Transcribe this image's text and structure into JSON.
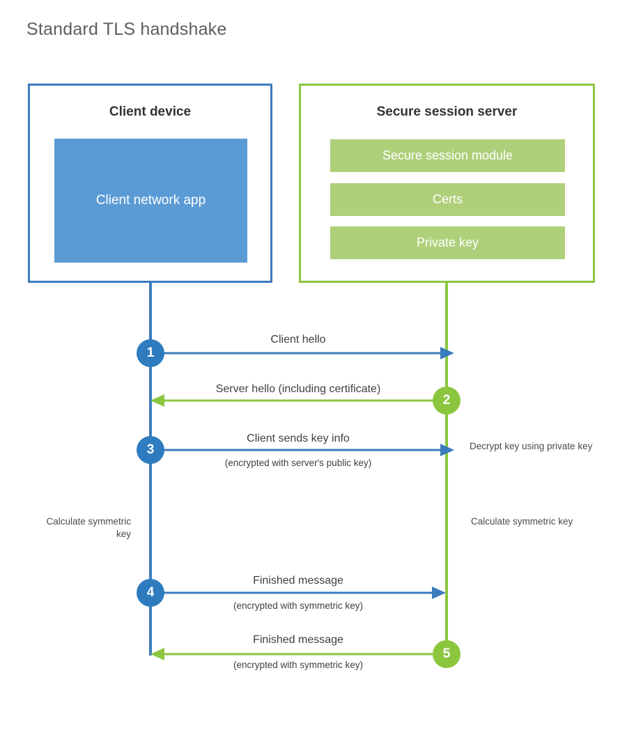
{
  "page": {
    "title": "Standard TLS handshake",
    "background": "#ffffff"
  },
  "colors": {
    "client_blue": "#3b7cbd",
    "client_block_blue": "#5b9bd5",
    "client_circle_blue": "#2e7cbf",
    "server_green": "#8cc63f",
    "server_block_green": "#aed07a",
    "title_gray": "#5d5d5d",
    "label_gray": "#3f3f3f"
  },
  "client_panel": {
    "title": "Client device",
    "block_label": "Client network app"
  },
  "server_panel": {
    "title": "Secure session server",
    "blocks": [
      {
        "label": "Secure session module"
      },
      {
        "label": "Certs"
      },
      {
        "label": "Private key"
      }
    ]
  },
  "steps": [
    {
      "number": "1",
      "label": "Client hello",
      "sublabel": "",
      "direction": "client-to-server",
      "color": "#2e7cbf"
    },
    {
      "number": "2",
      "label": "Server hello (including certificate)",
      "sublabel": "",
      "direction": "server-to-client",
      "color": "#8cc63f"
    },
    {
      "number": "3",
      "label": "Client sends key info",
      "sublabel": "(encrypted with server's public key)",
      "direction": "client-to-server",
      "color": "#2e7cbf"
    },
    {
      "number": "4",
      "label": "Finished message",
      "sublabel": "(encrypted with symmetric key)",
      "direction": "client-to-server",
      "color": "#2e7cbf"
    },
    {
      "number": "5",
      "label": "Finished message",
      "sublabel": "(encrypted with symmetric key)",
      "direction": "server-to-client",
      "color": "#8cc63f"
    }
  ],
  "annotations": {
    "decrypt_key": "Decrypt key using private key",
    "calculate_symmetric_key_client": "Calculate symmetric key",
    "calculate_symmetric_key_server": "Calculate symmetric key"
  }
}
